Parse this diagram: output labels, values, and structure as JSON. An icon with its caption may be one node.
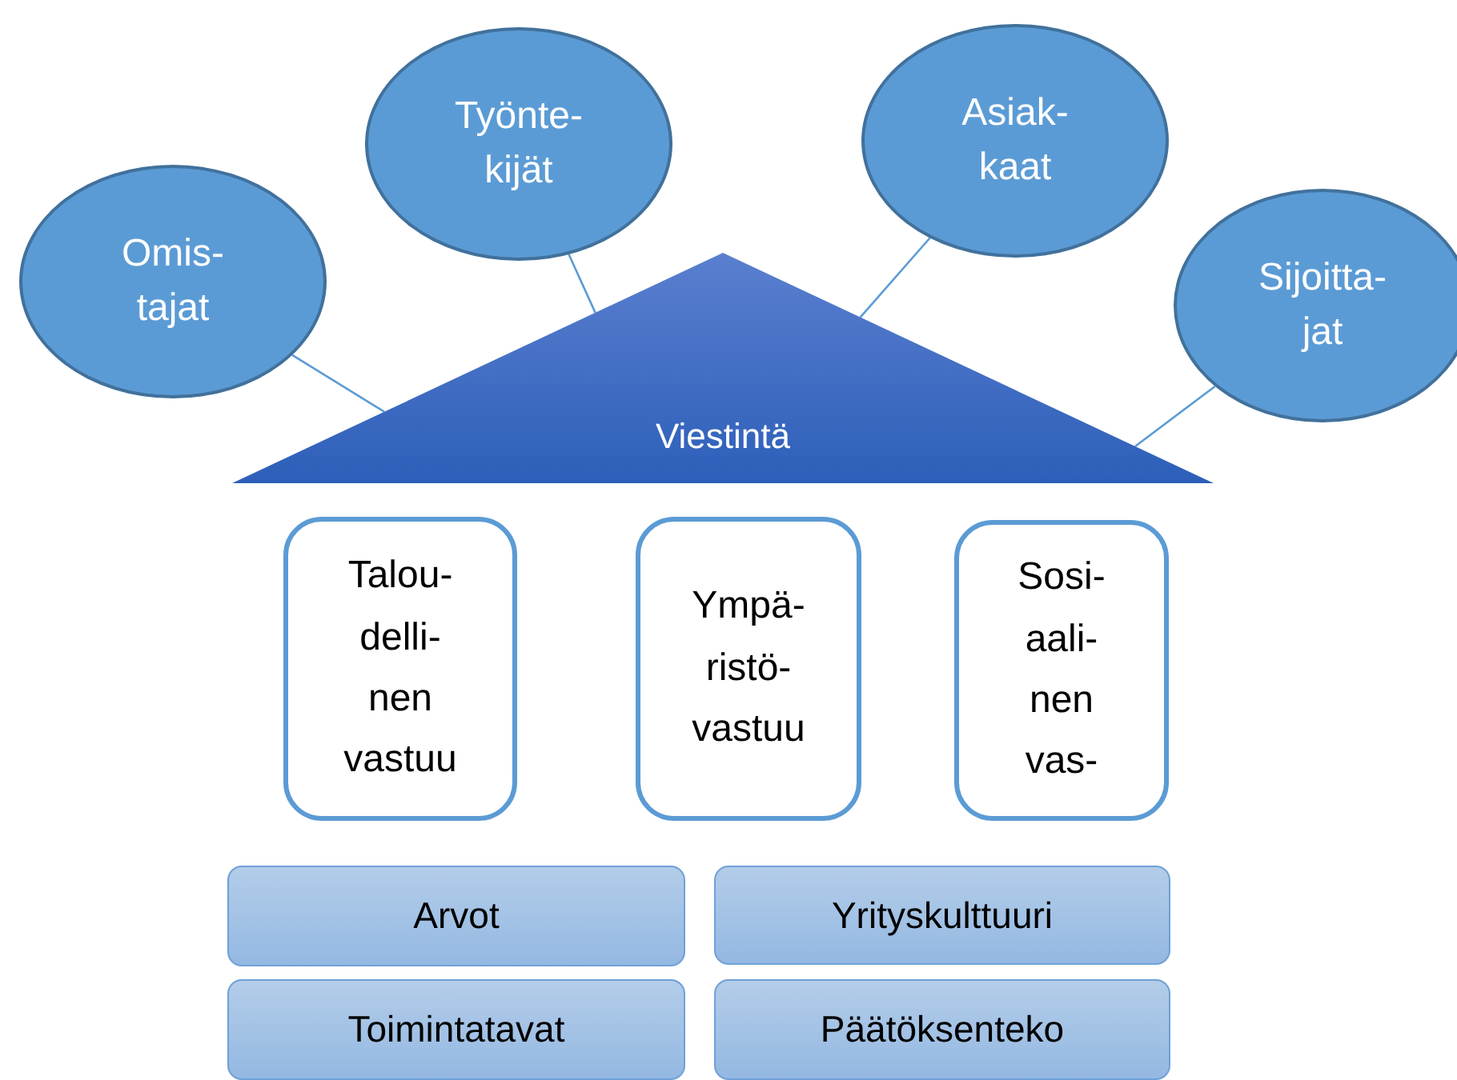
{
  "diagram": {
    "nodes": [
      {
        "text": [
          "Omis- tajat"
        ]
      },
      {
        "text": [
          "Työnte- kijät"
        ]
      },
      {
        "text": [
          "Asiak- kaat"
        ]
      },
      {
        "text": [
          "Sijoitta- jat"
        ]
      },
      {
        "text": [
          "Viestintä"
        ]
      },
      {
        "text": [
          "Talou- delli- nen vastuu"
        ]
      },
      {
        "text": [
          "Ympä- ristö- vastuu"
        ]
      },
      {
        "text": [
          "Sosi- aali- nen vas-"
        ]
      },
      {
        "text": [
          "Arvot"
        ]
      },
      {
        "text": [
          "Yrityskulttuuri"
        ]
      },
      {
        "text": [
          "Toimintatavat"
        ]
      },
      {
        "text": [
          "Päätöksenteko"
        ]
      }
    ],
    "edges": [
      {
        "from": 0,
        "to": 4,
        "arrow": "none"
      },
      {
        "from": 1,
        "to": 4,
        "arrow": "none"
      },
      {
        "from": 2,
        "to": 4,
        "arrow": "none"
      },
      {
        "from": 3,
        "to": 4,
        "arrow": "none"
      }
    ]
  }
}
